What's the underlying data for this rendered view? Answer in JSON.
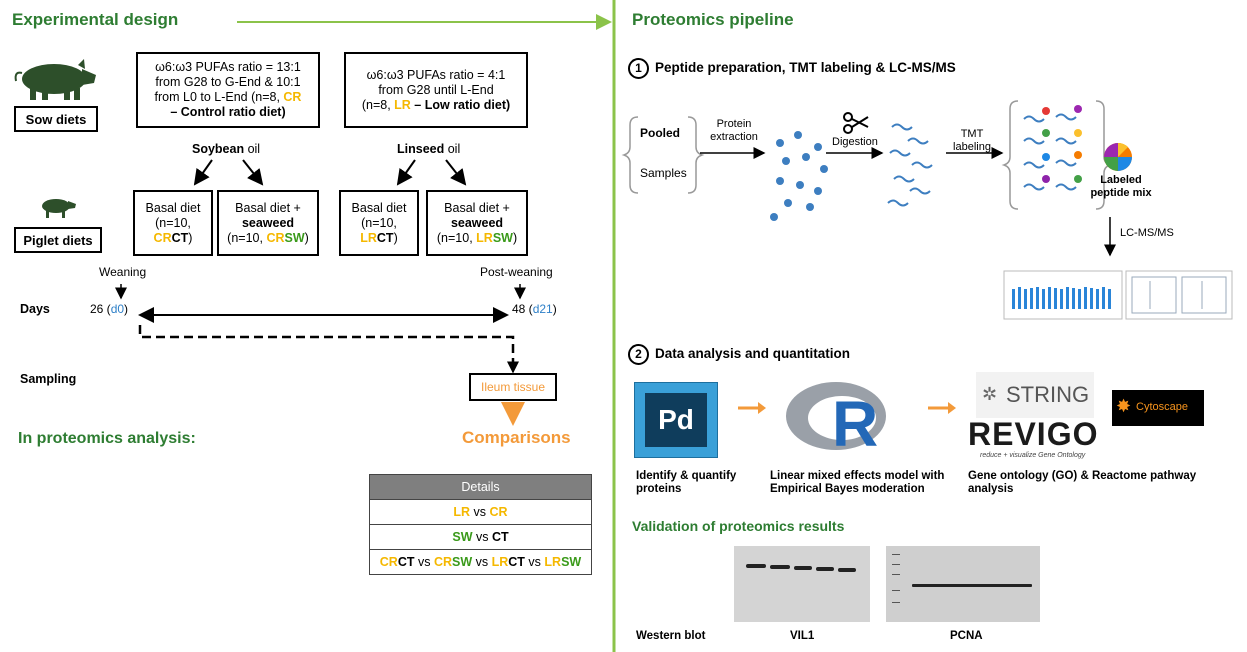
{
  "left": {
    "title": "Experimental design",
    "sow_label": "Sow diets",
    "piglet_label": "Piglet diets",
    "cr_box": {
      "l1": "ω6:ω3 PUFAs ratio = 13:1",
      "l2": "from G28 to G-End & 10:1",
      "l3a": "from L0 to L-End (n=8, ",
      "l3b": "CR",
      "l4": "– Control ratio diet)"
    },
    "lr_box": {
      "l1": "ω6:ω3 PUFAs ratio = 4:1",
      "l2": "from G28 until L-End",
      "l3a": "(n=8, ",
      "l3b": "LR",
      "l3c": " – Low ratio diet)"
    },
    "soybean_a": "Soybean",
    "soybean_b": " oil",
    "linseed_a": "Linseed",
    "linseed_b": " oil",
    "basal": "Basal diet",
    "n10": "(n=10,",
    "seaweed_a": "Basal diet +",
    "seaweed_b": "seaweed",
    "g_cr": "CR",
    "g_ct": "CT",
    "g_lr": "LR",
    "g_sw": "SW",
    "weaning": "Weaning",
    "postweaning": "Post-weaning",
    "days": "Days",
    "d0_num": "26 (",
    "d0": "d0",
    "d0_end": ")",
    "d21_num": "48 (",
    "d21": "d21",
    "d21_end": ")",
    "sampling": "Sampling",
    "ileum": "Ileum tissue",
    "comparisons": "Comparisons",
    "in_proteomics": "In proteomics analysis:",
    "details_header": "Details",
    "vs": " vs "
  },
  "right": {
    "title": "Proteomics pipeline",
    "step1_num": "1",
    "step1": "Peptide preparation, TMT labeling & LC-MS/MS",
    "pooled": "Pooled",
    "samples": "Samples",
    "protein_extraction": "Protein extraction",
    "digestion": "Digestion",
    "tmt": "TMT labeling",
    "labeled": "Labeled peptide mix",
    "lcms": "LC-MS/MS",
    "step2_num": "2",
    "step2": "Data analysis and quantitation",
    "pd_caption": "Identify & quantify proteins",
    "r_caption": "Linear mixed effects model with Empirical Bayes moderation",
    "go_caption": "Gene ontology (GO) & Reactome pathway analysis",
    "pd_logo": "Pd",
    "r_logo": "R",
    "string": "STRING",
    "revigo": "REVIGO",
    "revigo_sub": "reduce + visualize Gene Ontology",
    "cytoscape": "Cytoscape",
    "validation": "Validation of proteomics results",
    "western": "Western blot",
    "vil1": "VIL1",
    "pcna": "PCNA"
  },
  "colors": {
    "green": "#2e7d32",
    "yellow": "#f5b800",
    "orange": "#f39a3a",
    "blue": "#2f80c8",
    "divider": "#8bc34a"
  }
}
